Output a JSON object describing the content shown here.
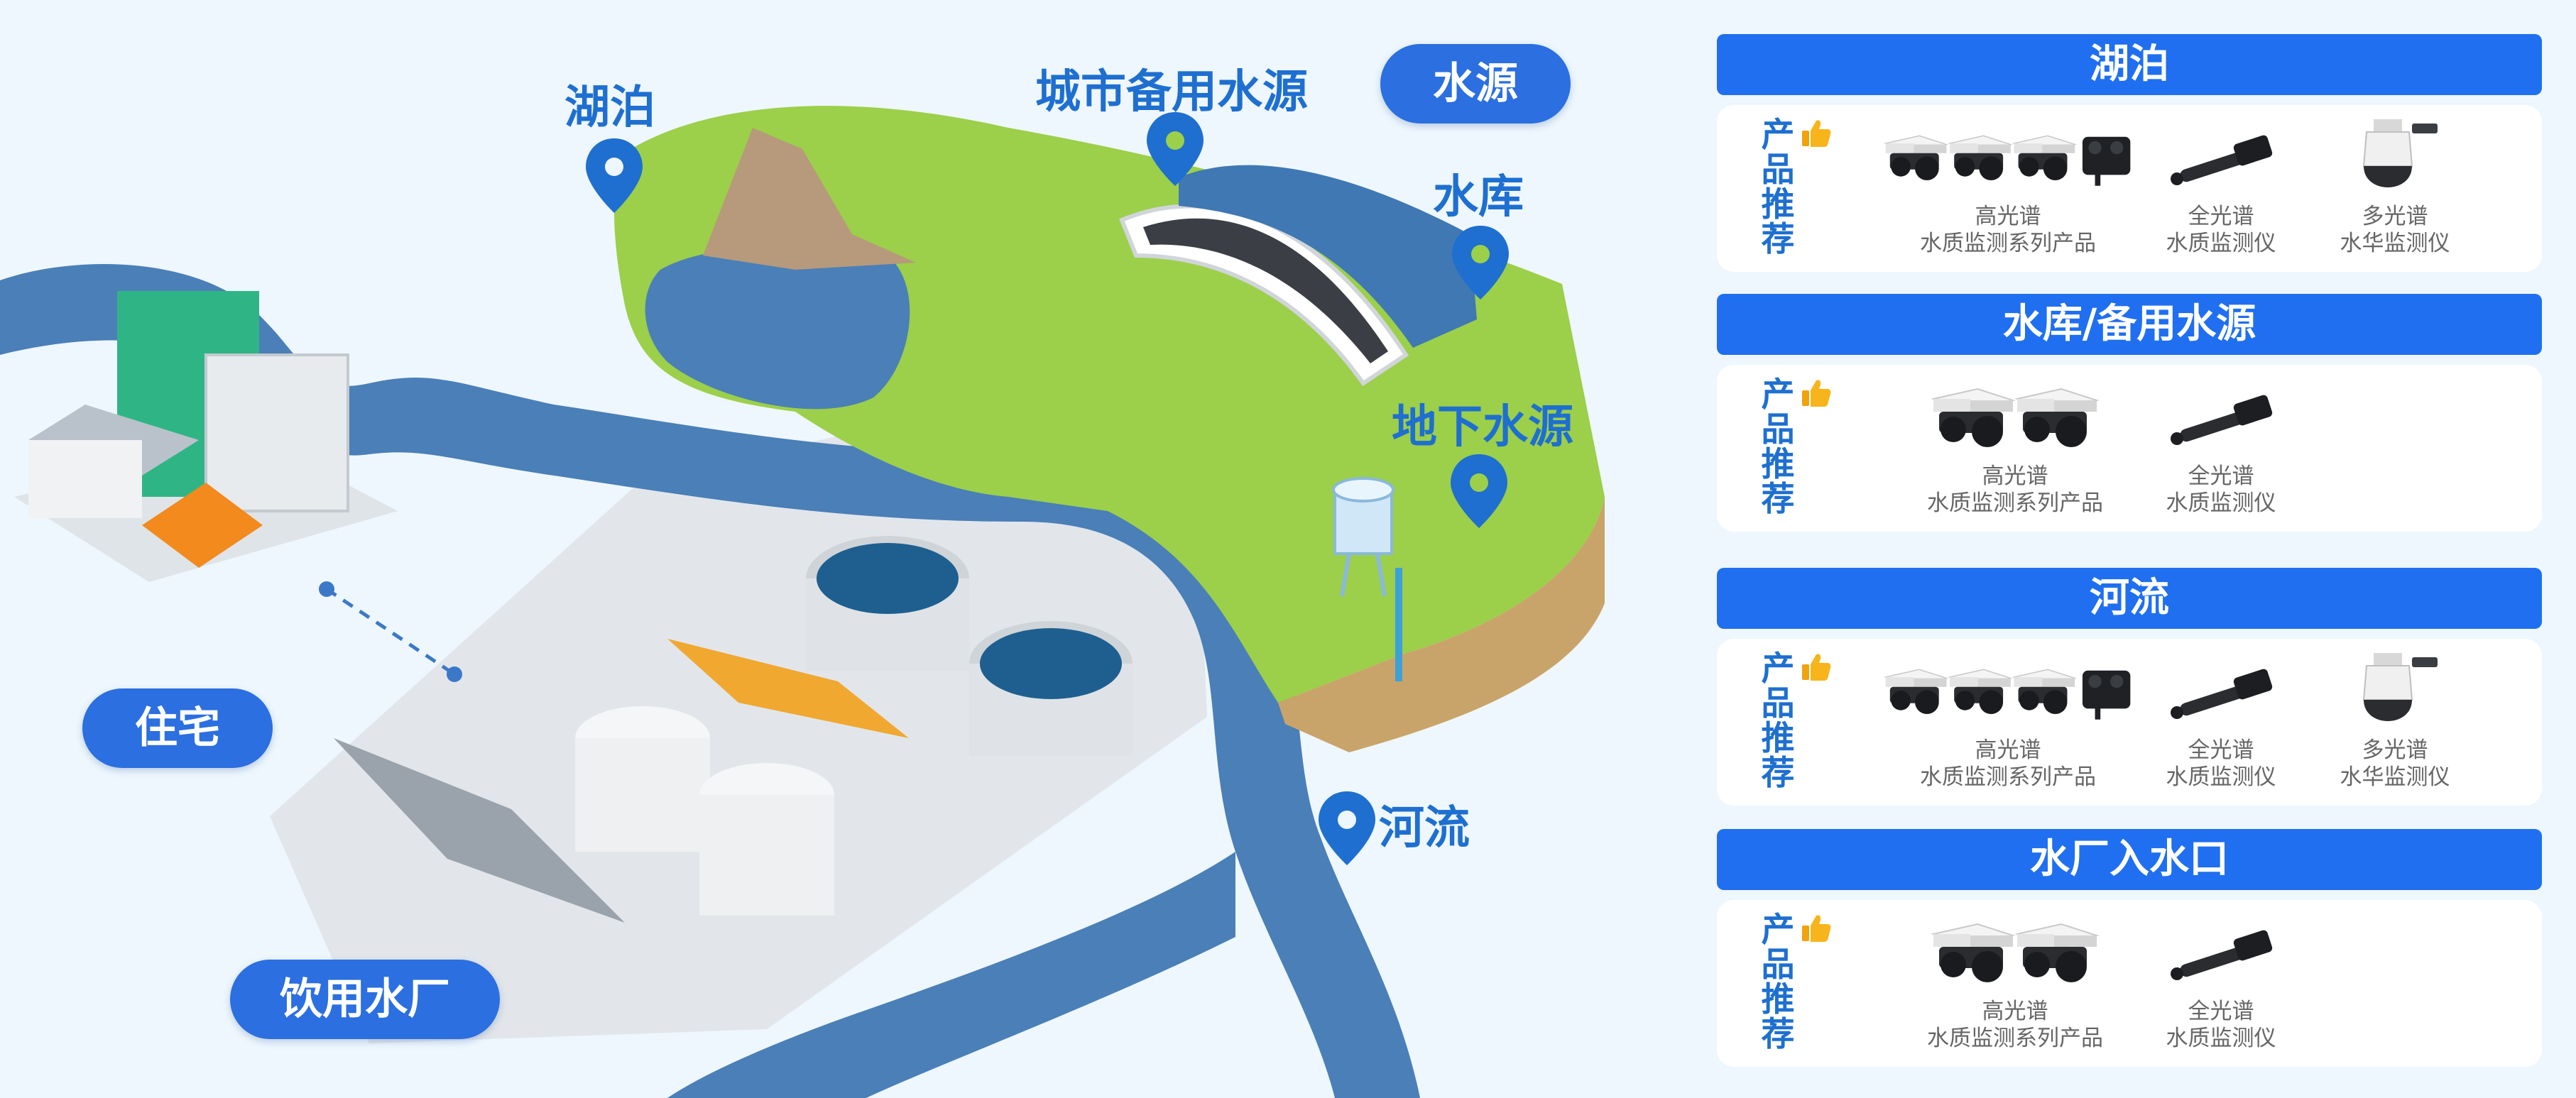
{
  "map": {
    "labels": {
      "lake": "湖泊",
      "backup_source": "城市备用水源",
      "reservoir": "水库",
      "groundwater": "地下水源",
      "river": "河流"
    },
    "pills": {
      "water_source": "水源",
      "residence": "住宅",
      "drinking_plant": "饮用水厂"
    }
  },
  "panel": {
    "recommend_label": [
      "产",
      "品",
      "推",
      "荐"
    ],
    "sections": [
      {
        "title": "湖泊",
        "products": [
          {
            "line1": "高光谱",
            "line2": "水质监测系列产品",
            "icon": "hyperspectral-set-4"
          },
          {
            "line1": "全光谱",
            "line2": "水质监测仪",
            "icon": "full-spectrum-probe"
          },
          {
            "line1": "多光谱",
            "line2": "水华监测仪",
            "icon": "dome-camera"
          }
        ]
      },
      {
        "title": "水库/备用水源",
        "products": [
          {
            "line1": "高光谱",
            "line2": "水质监测系列产品",
            "icon": "hyperspectral-set-2"
          },
          {
            "line1": "全光谱",
            "line2": "水质监测仪",
            "icon": "full-spectrum-probe"
          }
        ]
      },
      {
        "title": "河流",
        "products": [
          {
            "line1": "高光谱",
            "line2": "水质监测系列产品",
            "icon": "hyperspectral-set-4"
          },
          {
            "line1": "全光谱",
            "line2": "水质监测仪",
            "icon": "full-spectrum-probe"
          },
          {
            "line1": "多光谱",
            "line2": "水华监测仪",
            "icon": "dome-camera"
          }
        ]
      },
      {
        "title": "水厂入水口",
        "products": [
          {
            "line1": "高光谱",
            "line2": "水质监测系列产品",
            "icon": "hyperspectral-set-2"
          },
          {
            "line1": "全光谱",
            "line2": "水质监测仪",
            "icon": "full-spectrum-probe"
          }
        ]
      }
    ]
  },
  "colors": {
    "accent_blue": "#1f6ff0",
    "river_blue": "#4a7fb8",
    "land_green": "#9ccf4a",
    "background": "#eef7fd"
  }
}
